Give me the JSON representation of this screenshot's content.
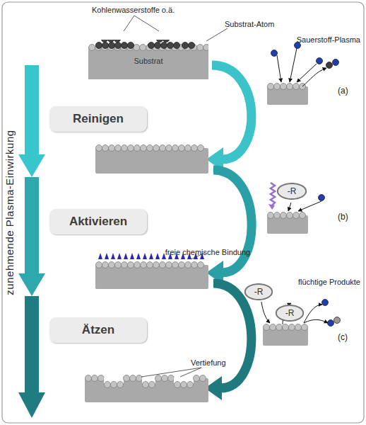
{
  "diagram": {
    "nodes": [
      {
        "text": [
          "Substrat"
        ]
      },
      {
        "text": [
          "Reinigen"
        ]
      },
      {
        "text": [
          "-R"
        ]
      },
      {
        "text": [
          "Aktivieren"
        ]
      },
      {
        "text": [
          "-R"
        ]
      },
      {
        "text": [
          "-R"
        ]
      },
      {
        "text": [
          "Ätzen"
        ]
      }
    ],
    "labels": [
      "Kohlenwasserstoffe o.ä.",
      "Substrat-Atom",
      "Sauerstoff-Plasma",
      "(a)",
      "freie chemische Bindung",
      "(b)",
      "flüchtige Produkte",
      "Vertiefung",
      "(c)",
      "zunehmende Plasma-Einwirkung"
    ]
  }
}
